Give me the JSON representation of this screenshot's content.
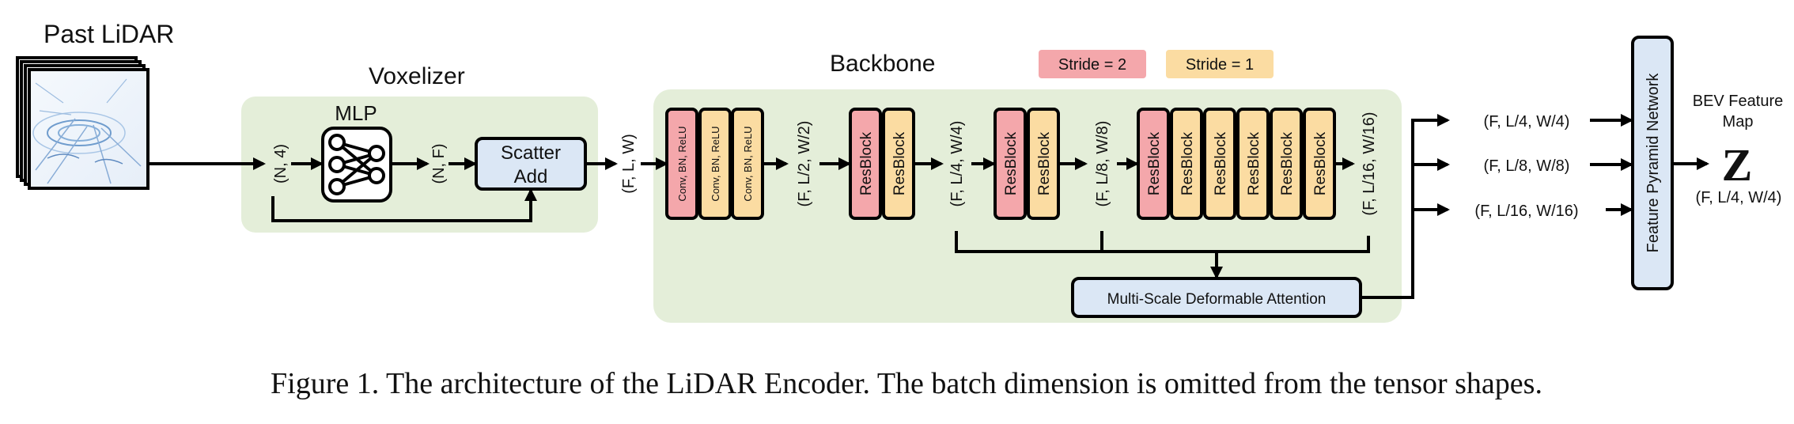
{
  "titles": {
    "past_lidar": "Past LiDAR",
    "voxelizer": "Voxelizer",
    "backbone": "Backbone",
    "mlp": "MLP",
    "bev": "BEV Feature Map",
    "bev_line1": "BEV Feature",
    "bev_line2": "Map"
  },
  "legend": {
    "stride2": "Stride = 2",
    "stride1": "Stride = 1"
  },
  "colors": {
    "stride2": "#f4a7ab",
    "stride1": "#fbdca2",
    "panel": "#e4eed9",
    "blue_box": "#dbe7f5"
  },
  "blocks": {
    "scatter_line1": "Scatter",
    "scatter_line2": "Add",
    "conv": "Conv, BN, ReLU",
    "resblock": "ResBlock",
    "msda": "Multi-Scale Deformable Attention",
    "fpn": "Feature Pyramid Network",
    "z": "Z"
  },
  "shapes": {
    "n4": "(N, 4)",
    "nf": "(N, F)",
    "flw": "(F, L, W)",
    "l2w2": "(F, L/2, W/2)",
    "l4w4": "(F, L/4, W/4)",
    "l8w8": "(F, L/8, W/8)",
    "l16w16": "(F, L/16, W/16)",
    "out_l4w4": "(F, L/4, W/4)",
    "out_l8w8": "(F, L/8, W/8)",
    "out_l16w16": "(F, L/16, W/16)",
    "z_shape": "(F, L/4, W/4)"
  },
  "caption": "Figure 1. The architecture of the LiDAR Encoder. The batch dimension is omitted from the tensor shapes."
}
